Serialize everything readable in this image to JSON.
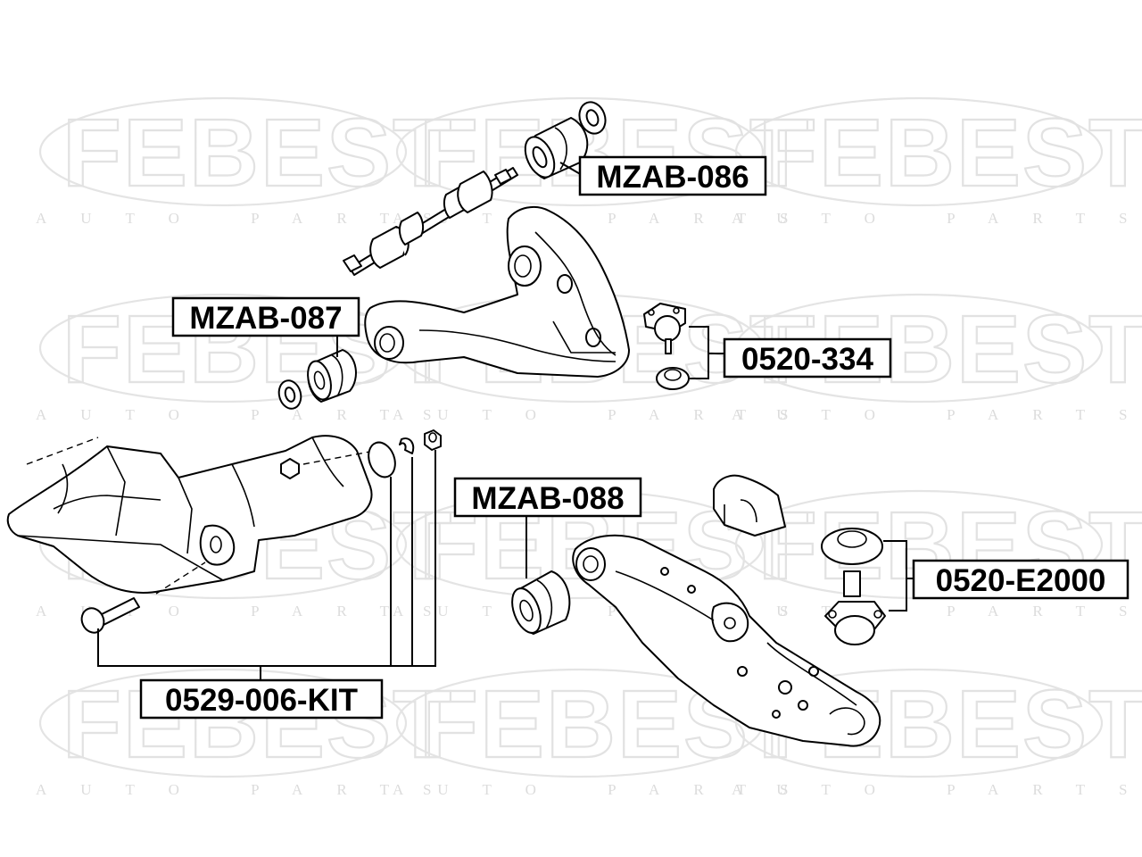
{
  "watermark": {
    "brand": "FEBEST",
    "tagline": "AUTO PARTS"
  },
  "callouts": [
    {
      "id": "mzab-086",
      "text": "MZAB-086"
    },
    {
      "id": "mzab-087",
      "text": "MZAB-087"
    },
    {
      "id": "p0520-334",
      "text": "0520-334"
    },
    {
      "id": "mzab-088",
      "text": "MZAB-088"
    },
    {
      "id": "p0520-e2000",
      "text": "0520-E2000"
    },
    {
      "id": "p0529-006-kit",
      "text": "0529-006-KIT"
    }
  ]
}
